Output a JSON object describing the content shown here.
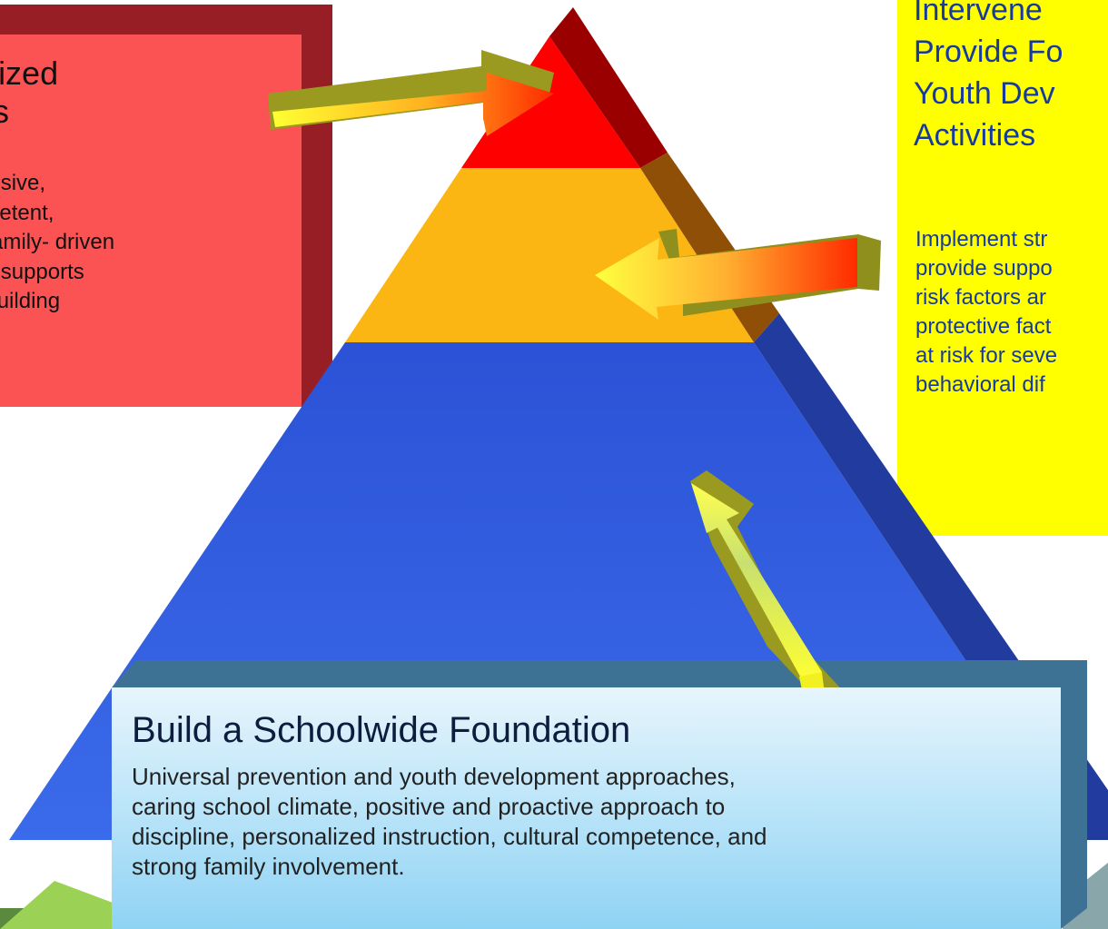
{
  "colors": {
    "top_tier": "#fe0000",
    "middle_tier": "#fcb614",
    "base_tier": "#2d5be0",
    "red_box": "#fb5353",
    "yellow_box": "#ffff00",
    "yellow_text": "#163a9e"
  },
  "icons": [
    "arrow-right-icon",
    "arrow-left-icon",
    "arrow-up-icon"
  ],
  "tier_top": {
    "title_lines": [
      "dualized",
      "ports"
    ],
    "desc_lines": [
      "d, intensive,",
      "y competent,",
      "- and family- driven",
      "es and supports",
      "while building"
    ]
  },
  "tier_middle": {
    "title_lines": [
      "Intervene",
      "Provide Fo",
      "Youth Dev",
      "Activities"
    ],
    "desc_lines": [
      "Implement str",
      "provide suppo",
      "risk factors ar",
      "protective fact",
      "at risk for seve",
      "behavioral dif"
    ]
  },
  "tier_base": {
    "title": "Build a Schoolwide Foundation",
    "desc_lines": [
      "Universal prevention and youth development approaches,",
      "caring school climate, positive and proactive approach to",
      "discipline, personalized instruction, cultural competence, and",
      "strong family involvement."
    ]
  }
}
